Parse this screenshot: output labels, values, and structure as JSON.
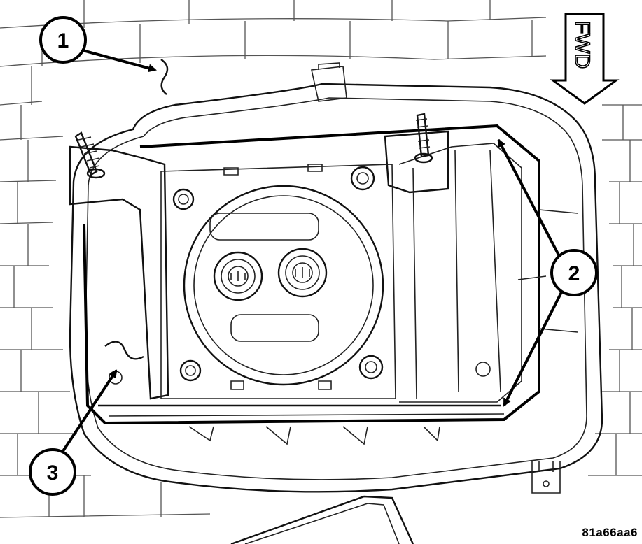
{
  "callouts": [
    {
      "number": "1"
    },
    {
      "number": "2"
    },
    {
      "number": "3"
    }
  ],
  "direction_label": "FWD",
  "figure_id": "81a66aa6"
}
